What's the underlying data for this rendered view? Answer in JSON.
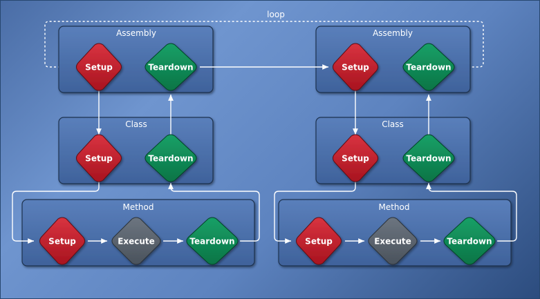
{
  "loop_label": "loop",
  "colors": {
    "setup": "#c01f2b",
    "teardown": "#0e8a55",
    "execute": "#5a6470",
    "box": "#4a6ea8",
    "edge": "#ffffff"
  },
  "left": {
    "assembly": {
      "title": "Assembly",
      "setup": "Setup",
      "teardown": "Teardown"
    },
    "class": {
      "title": "Class",
      "setup": "Setup",
      "teardown": "Teardown"
    },
    "method": {
      "title": "Method",
      "setup": "Setup",
      "execute": "Execute",
      "teardown": "Teardown"
    }
  },
  "right": {
    "assembly": {
      "title": "Assembly",
      "setup": "Setup",
      "teardown": "Teardown"
    },
    "class": {
      "title": "Class",
      "setup": "Setup",
      "teardown": "Teardown"
    },
    "method": {
      "title": "Method",
      "setup": "Setup",
      "execute": "Execute",
      "teardown": "Teardown"
    }
  }
}
